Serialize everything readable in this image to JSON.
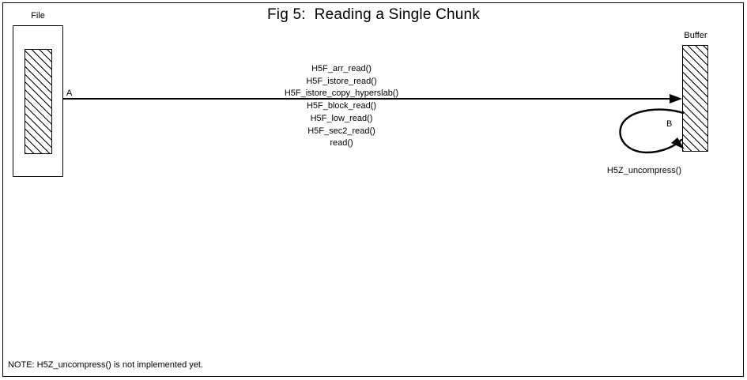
{
  "title": "Fig 5:  Reading a Single Chunk",
  "file_node": {
    "label": "File",
    "shape": "rectangle-with-hatched-inner-block"
  },
  "buffer_node": {
    "label": "Buffer",
    "shape": "hatched-rectangle"
  },
  "edges": {
    "a": {
      "marker": "A",
      "direction": "file-to-buffer",
      "calls": [
        "H5F_arr_read()",
        "H5F_istore_read()",
        "H5F_istore_copy_hyperslab()",
        "H5F_block_read()",
        "H5F_low_read()",
        "H5F_sec2_read()",
        "read()"
      ]
    },
    "b": {
      "marker": "B",
      "direction": "buffer-to-buffer-loop",
      "label": "H5Z_uncompress()"
    }
  },
  "note": "NOTE: H5Z_uncompress() is not implemented yet.",
  "colors": {
    "ink": "#000000",
    "paper": "#ffffff"
  }
}
